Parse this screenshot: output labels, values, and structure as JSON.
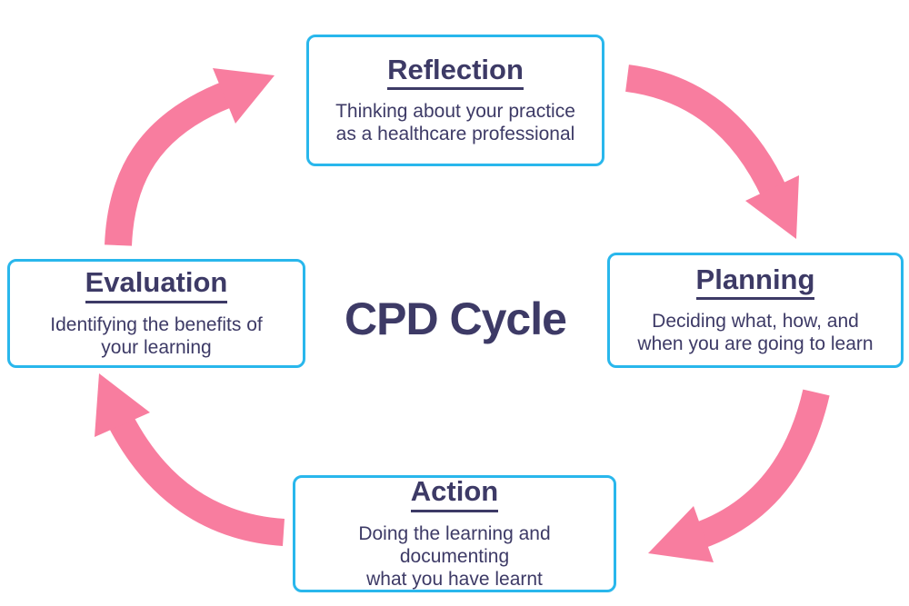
{
  "diagram": {
    "title": "CPD Cycle",
    "colors": {
      "box_border": "#29b7ec",
      "text": "#3d3a66",
      "arrow": "#f87d9f",
      "background": "#ffffff"
    },
    "stages": [
      {
        "label": "Reflection",
        "line1": "Thinking about your practice",
        "line2": "as a healthcare professional"
      },
      {
        "label": "Planning",
        "line1": "Deciding what, how, and",
        "line2": "when you are going to learn"
      },
      {
        "label": "Action",
        "line1": "Doing the learning and documenting",
        "line2": "what you have learnt"
      },
      {
        "label": "Evaluation",
        "line1": "Identifying the benefits of",
        "line2": "your learning"
      }
    ],
    "arrows": [
      {
        "name": "evaluation-to-reflection"
      },
      {
        "name": "reflection-to-planning"
      },
      {
        "name": "planning-to-action"
      },
      {
        "name": "action-to-evaluation"
      }
    ]
  }
}
